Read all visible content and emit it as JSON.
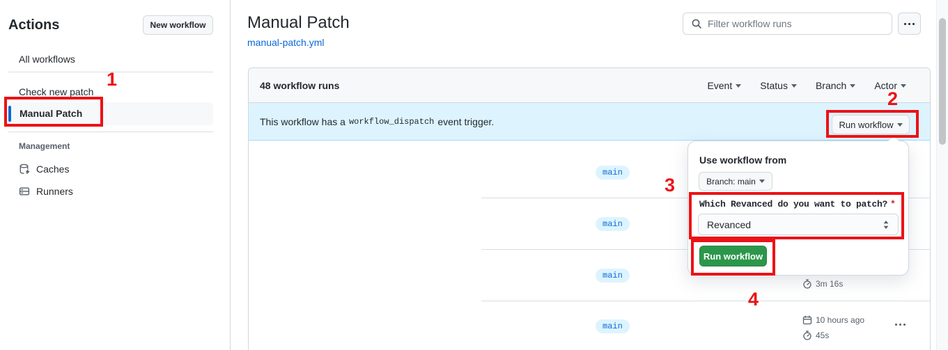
{
  "annotations": {
    "step1": "1",
    "step2": "2",
    "step3": "3",
    "step4": "4"
  },
  "sidebar": {
    "title": "Actions",
    "new_workflow_button": "New workflow",
    "items": [
      {
        "label": "All workflows"
      },
      {
        "label": "Check new patch"
      },
      {
        "label": "Manual Patch"
      }
    ],
    "management": {
      "heading": "Management",
      "items": [
        {
          "label": "Caches",
          "icon": "cache-icon"
        },
        {
          "label": "Runners",
          "icon": "runners-icon"
        }
      ]
    }
  },
  "header": {
    "title": "Manual Patch",
    "workflow_file_link": "manual-patch.yml",
    "filter_placeholder": "Filter workflow runs",
    "search_icon": "search-icon",
    "more_icon": "kebab-horizontal-icon"
  },
  "runs_panel": {
    "count_label": "48 workflow runs",
    "filters": [
      {
        "label": "Event"
      },
      {
        "label": "Status"
      },
      {
        "label": "Branch"
      },
      {
        "label": "Actor"
      }
    ],
    "banner": {
      "text_before": "This workflow has a",
      "code": "workflow_dispatch",
      "text_after": "event trigger.",
      "run_workflow_button": "Run workflow"
    },
    "rows": [
      {
        "branch": "main"
      },
      {
        "branch": "main"
      },
      {
        "branch": "main",
        "duration": "3m 16s"
      },
      {
        "branch": "main",
        "age": "10 hours ago",
        "duration": "45s"
      }
    ]
  },
  "dispatch_popover": {
    "heading": "Use workflow from",
    "branch_button": "Branch: main",
    "input_label": "Which Revanced do you want to patch?",
    "required_mark": "*",
    "select_value": "Revanced",
    "run_button": "Run workflow"
  },
  "colors": {
    "accent_blue": "#0969da",
    "banner_blue": "#ddf4ff",
    "button_green": "#2c974b",
    "annotation_red": "#ec1216",
    "top_accent_orange": "#fd8c73"
  }
}
